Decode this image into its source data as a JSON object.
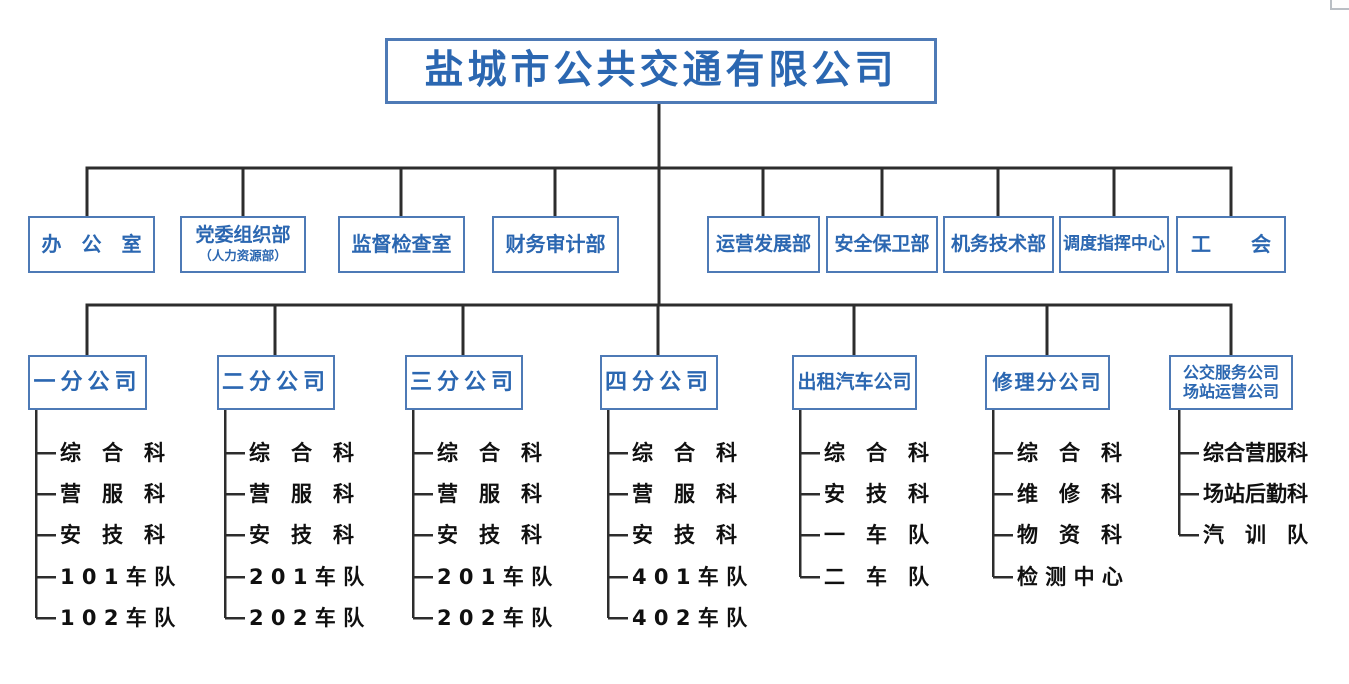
{
  "title": "盐城市公共交通有限公司",
  "departments": [
    {
      "label": "办　公　室"
    },
    {
      "label": "党委组织部",
      "sublabel": "（人力资源部）"
    },
    {
      "label": "监督检查室"
    },
    {
      "label": "财务审计部"
    },
    {
      "label": "运营发展部"
    },
    {
      "label": "安全保卫部"
    },
    {
      "label": "机务技术部"
    },
    {
      "label": "调度指挥中心"
    },
    {
      "label": "工　　会"
    }
  ],
  "subsidiaries": [
    {
      "label": "一分公司",
      "items": [
        "综　合　科",
        "营　服　科",
        "安　技　科",
        "1 0 1 车 队",
        "1 0 2 车 队"
      ]
    },
    {
      "label": "二分公司",
      "items": [
        "综　合　科",
        "营　服　科",
        "安　技　科",
        "2 0 1 车 队",
        "2 0 2 车 队"
      ]
    },
    {
      "label": "三分公司",
      "items": [
        "综　合　科",
        "营　服　科",
        "安　技　科",
        "2 0 1 车 队",
        "2 0 2 车 队"
      ]
    },
    {
      "label": "四分公司",
      "items": [
        "综　合　科",
        "营　服　科",
        "安　技　科",
        "4 0 1 车 队",
        "4 0 2 车 队"
      ]
    },
    {
      "label": "出租汽车公司",
      "items": [
        "综　合　科",
        "安　技　科",
        "一　车　队",
        "二　车　队"
      ]
    },
    {
      "label": "修理分公司",
      "items": [
        "综　合　科",
        "维　修　科",
        "物　资　科",
        "检 测 中 心"
      ]
    },
    {
      "label": "公交服务公司",
      "label2": "场站运营公司",
      "items": [
        "综合营服科",
        "场站后勤科",
        "汽　训　队"
      ]
    }
  ],
  "colors": {
    "box_border": "#4e7ab6",
    "box_text": "#2b67b1",
    "connector_line": "#2d2d2d",
    "item_text": "#101010",
    "background": "#ffffff"
  }
}
